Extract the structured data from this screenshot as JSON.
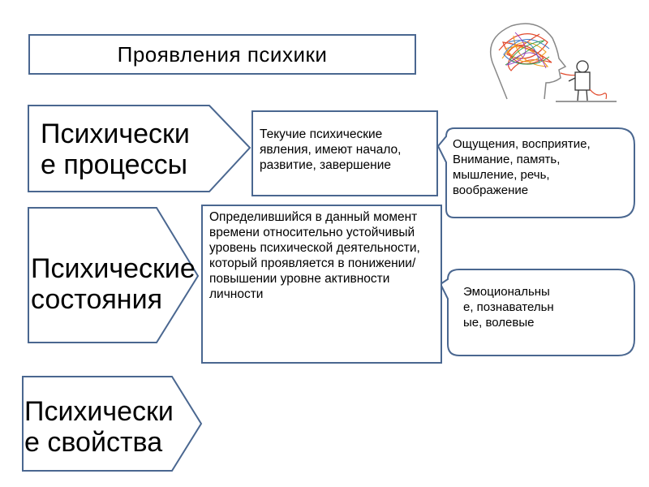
{
  "title": "Проявления психики",
  "processes": {
    "label": "Психические процессы",
    "description": "Текучие психические явления, имеют начало, развитие, завершение",
    "examples": "Ощущения, восприятие, Внимание, память, мышление, речь, воображение"
  },
  "states": {
    "label": "Психические состояния",
    "description": "Определившийся в данный момент времени относительно устойчивый уровень психической деятельности, который проявляется в понижении/повышении уровне активности личности",
    "examples": "Эмоциональные, познавательные, волевые"
  },
  "properties": {
    "label": "Психические свойства"
  },
  "colors": {
    "border": "#4a6790"
  },
  "illustration_icon": "head-with-tangled-thoughts-and-doctor-icon"
}
